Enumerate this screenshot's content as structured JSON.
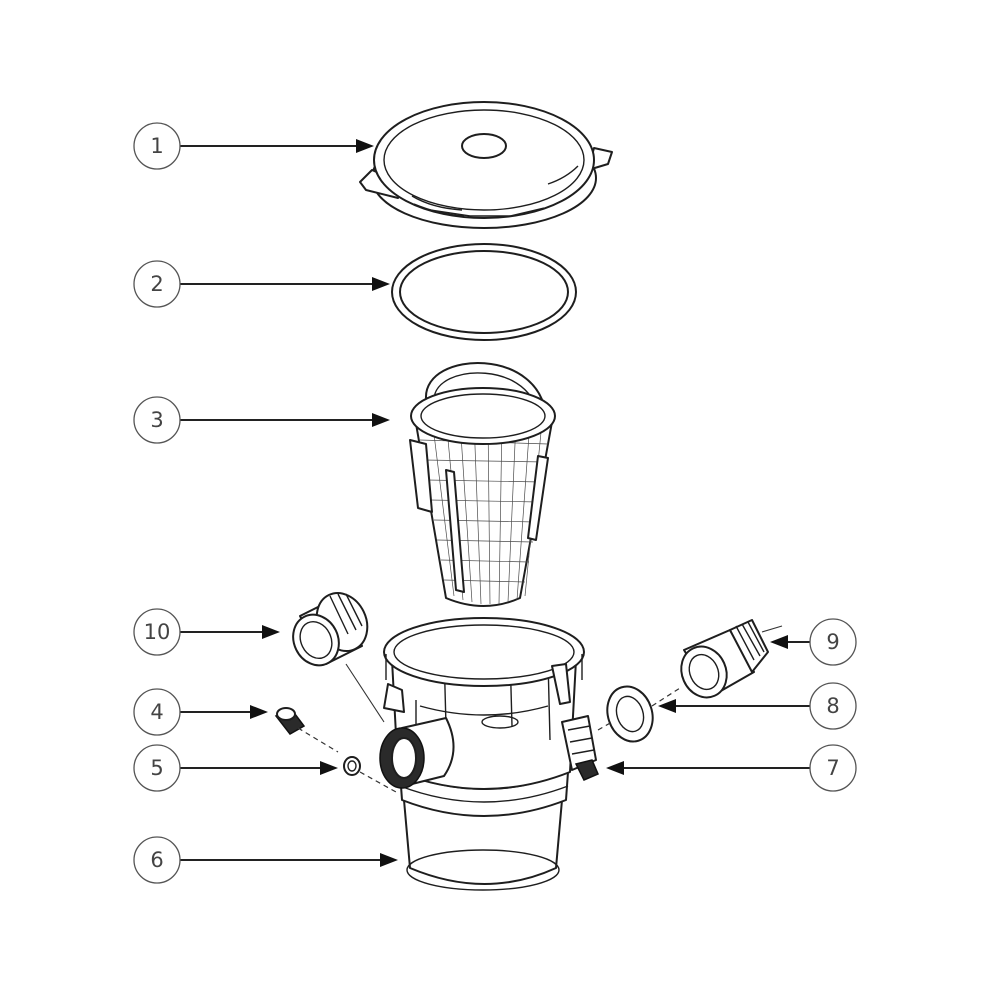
{
  "callouts": [
    {
      "label": "1",
      "part": "lid"
    },
    {
      "label": "2",
      "part": "o-ring"
    },
    {
      "label": "3",
      "part": "strainer-basket"
    },
    {
      "label": "4",
      "part": "drain-plug"
    },
    {
      "label": "5",
      "part": "drain-plug-o-ring"
    },
    {
      "label": "6",
      "part": "strainer-housing"
    },
    {
      "label": "7",
      "part": "clamp-knob"
    },
    {
      "label": "8",
      "part": "gasket"
    },
    {
      "label": "9",
      "part": "threaded-adapter"
    },
    {
      "label": "10",
      "part": "union-nut"
    }
  ],
  "colors": {
    "line": "#1e1e1e",
    "callout_text": "#444444",
    "background": "#ffffff"
  }
}
